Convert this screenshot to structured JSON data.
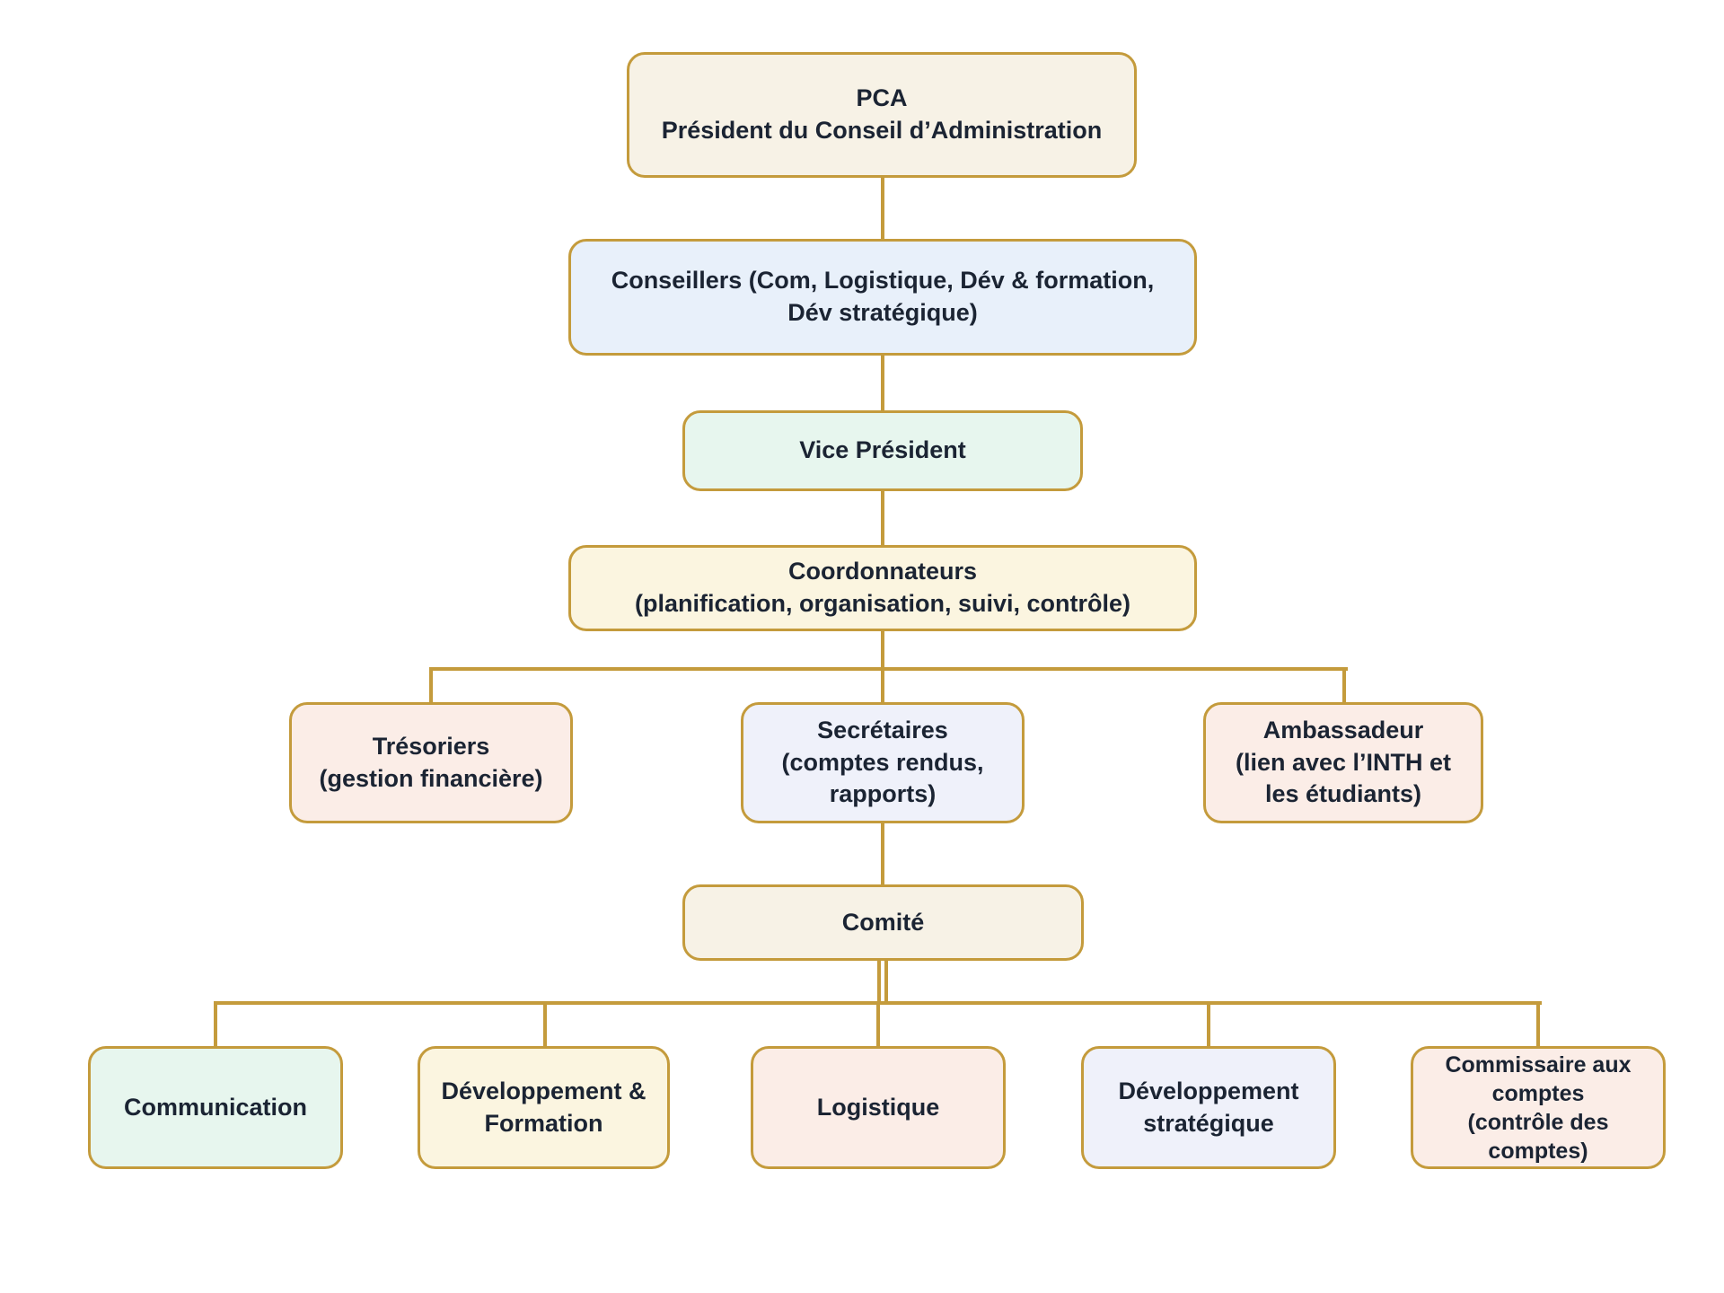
{
  "diagram": {
    "type": "org-chart",
    "background": "#FFFFFF",
    "connector_color": "#C49B3C",
    "border_color": "#C49B3C",
    "text_color": "#1B2433",
    "palette": {
      "cream": "#F7F2E6",
      "blue": "#E8F0FA",
      "mint": "#E7F6EE",
      "yellow": "#FBF5E0",
      "pink": "#FBEDE7",
      "lavender": "#EFF1FA"
    },
    "nodes": {
      "pca": {
        "label": "PCA\nPrésident du Conseil d’Administration",
        "fill": "#F7F2E6"
      },
      "conseillers": {
        "label": "Conseillers (Com, Logistique, Dév & formation,\nDév stratégique)",
        "fill": "#E8F0FA"
      },
      "vice_president": {
        "label": "Vice Président",
        "fill": "#E7F6EE"
      },
      "coordonnateurs": {
        "label": "Coordonnateurs\n(planification, organisation, suivi, contrôle)",
        "fill": "#FBF5E0"
      },
      "tresoriers": {
        "label": "Trésoriers\n(gestion financière)",
        "fill": "#FBEDE7"
      },
      "secretaires": {
        "label": "Secrétaires\n(comptes rendus,\nrapports)",
        "fill": "#EFF1FA"
      },
      "ambassadeur": {
        "label": "Ambassadeur\n(lien avec l’INTH et\nles étudiants)",
        "fill": "#FBEDE7"
      },
      "comite": {
        "label": "Comité",
        "fill": "#F7F2E6"
      },
      "communication": {
        "label": "Communication",
        "fill": "#E7F6EE"
      },
      "dev_formation": {
        "label": "Développement &\nFormation",
        "fill": "#FBF5E0"
      },
      "logistique": {
        "label": "Logistique",
        "fill": "#FBEDE7"
      },
      "dev_strategique": {
        "label": "Développement\nstratégique",
        "fill": "#EFF1FA"
      },
      "commissaire": {
        "label": "Commissaire aux\ncomptes\n(contrôle des\ncomptes)",
        "fill": "#FBEDE7"
      }
    },
    "edges": [
      {
        "from": "pca",
        "to": "conseillers"
      },
      {
        "from": "conseillers",
        "to": "vice_president"
      },
      {
        "from": "vice_president",
        "to": "coordonnateurs"
      },
      {
        "from": "coordonnateurs",
        "to": "tresoriers"
      },
      {
        "from": "coordonnateurs",
        "to": "secretaires"
      },
      {
        "from": "coordonnateurs",
        "to": "ambassadeur"
      },
      {
        "from": "secretaires",
        "to": "comite",
        "style": "double-stub"
      },
      {
        "from": "comite",
        "to": "communication"
      },
      {
        "from": "comite",
        "to": "dev_formation"
      },
      {
        "from": "comite",
        "to": "logistique"
      },
      {
        "from": "comite",
        "to": "dev_strategique"
      },
      {
        "from": "comite",
        "to": "commissaire"
      }
    ]
  }
}
